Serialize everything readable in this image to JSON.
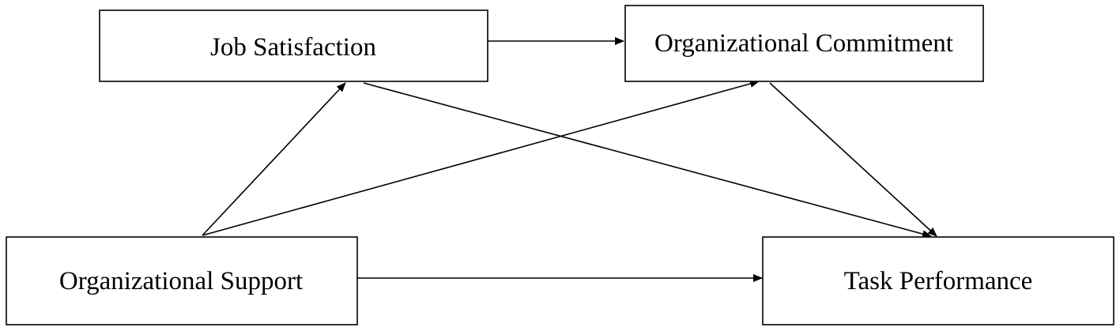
{
  "diagram": {
    "nodes": [
      {
        "id": "job_satisfaction",
        "label": "Job Satisfaction"
      },
      {
        "id": "organizational_commitment",
        "label": "Organizational Commitment"
      },
      {
        "id": "organizational_support",
        "label": "Organizational Support"
      },
      {
        "id": "task_performance",
        "label": "Task Performance"
      }
    ],
    "edges": [
      {
        "from": "job_satisfaction",
        "to": "organizational_commitment"
      },
      {
        "from": "organizational_support",
        "to": "job_satisfaction"
      },
      {
        "from": "organizational_support",
        "to": "organizational_commitment"
      },
      {
        "from": "job_satisfaction",
        "to": "task_performance"
      },
      {
        "from": "organizational_commitment",
        "to": "task_performance"
      },
      {
        "from": "organizational_support",
        "to": "task_performance"
      }
    ],
    "colors": {
      "stroke": "#000000",
      "background": "#ffffff"
    }
  }
}
